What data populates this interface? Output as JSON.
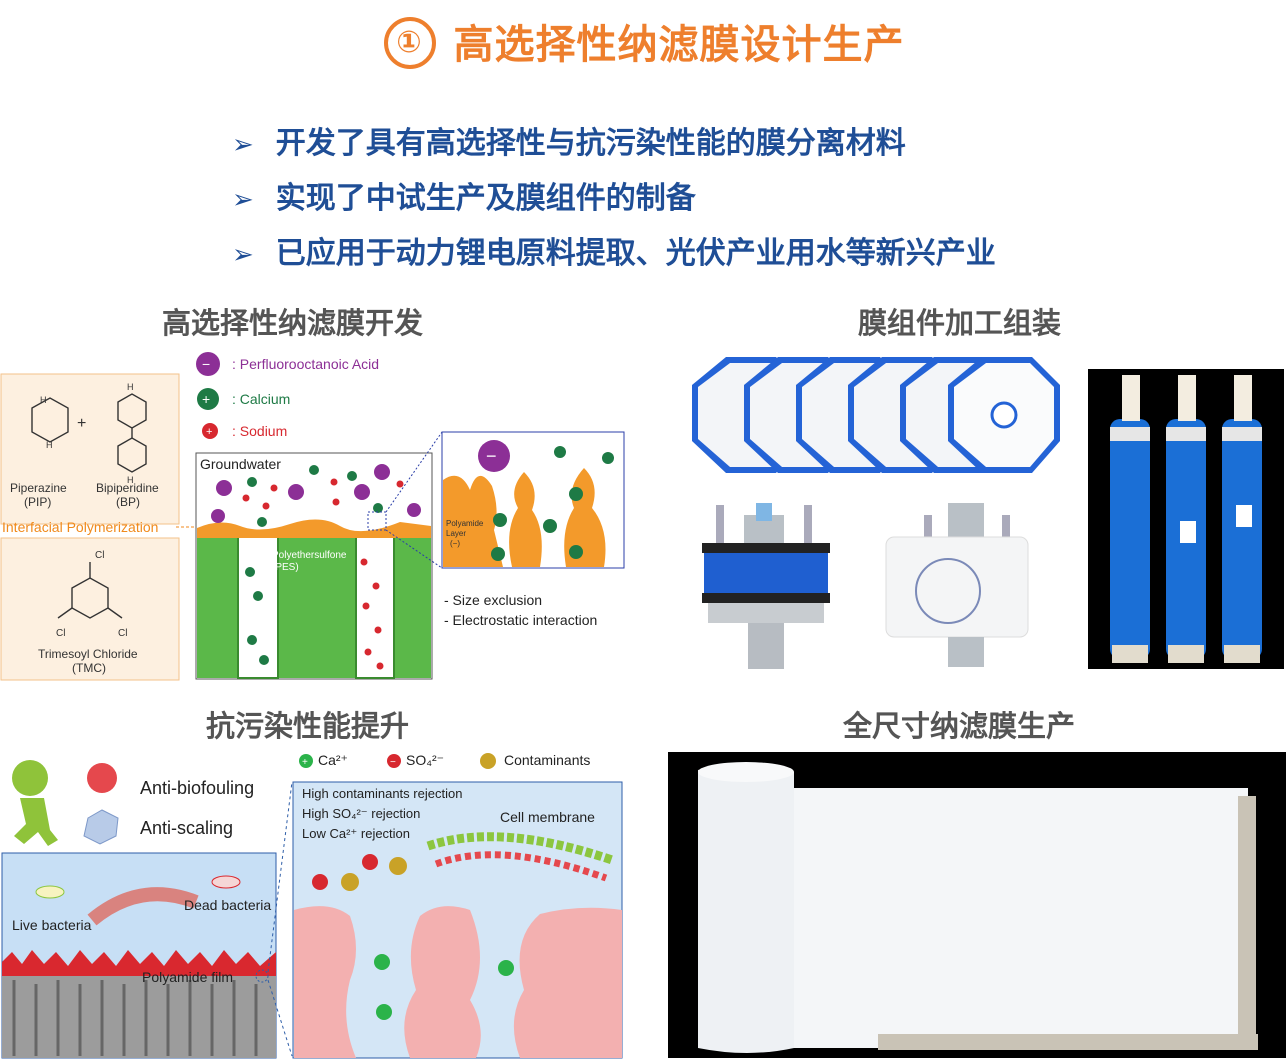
{
  "title": {
    "number": "①",
    "text": "高选择性纳滤膜设计生产"
  },
  "bullets": [
    "开发了具有高选择性与抗污染性能的膜分离材料",
    "实现了中试生产及膜组件的制备",
    "已应用于动力锂电原料提取、光伏产业用水等新兴产业"
  ],
  "sections": {
    "membrane_dev": "高选择性纳滤膜开发",
    "module_assembly": "膜组件加工组装",
    "antifouling": "抗污染性能提升",
    "full_size": "全尺寸纳滤膜生产"
  },
  "legend1": {
    "pfoa": ": Perfluorooctanoic Acid",
    "calcium": ": Calcium",
    "sodium": ": Sodium"
  },
  "chem": {
    "pip": "Piperazine",
    "pip_abbr": "(PIP)",
    "bp": "Bipiperidine",
    "bp_abbr": "(BP)",
    "plus": "+",
    "ip": "Interfacial Polymerization",
    "tmc": "Trimesoyl Chloride",
    "tmc_abbr": "(TMC)",
    "cl": "Cl"
  },
  "diagram1": {
    "groundwater": "Groundwater",
    "pes": "Polyethersulfone",
    "pes_abbr": "(PES)",
    "pa_layer": "Polyamide",
    "pa_layer2": "Layer",
    "pa_layer3": "(−)",
    "mech1": "- Size exclusion",
    "mech2": "- Electrostatic interaction"
  },
  "diagram2": {
    "anti_bio": "Anti-biofouling",
    "anti_scale": "Anti-scaling",
    "live": "Live bacteria",
    "dead": "Dead bacteria",
    "pa_film": "Polyamide film",
    "legend_ca": "Ca²⁺",
    "legend_so4": "SO₄²⁻",
    "legend_cont": "Contaminants",
    "rej1": "High contaminants rejection",
    "rej2": "High SO₄²⁻ rejection",
    "rej3": "Low Ca²⁺ rejection",
    "cell": "Cell membrane"
  },
  "colors": {
    "title": "#ee7f2d",
    "bullet": "#1f4e96",
    "section": "#555555",
    "pes_green": "#5bb849",
    "pa_orange": "#f39a2b",
    "blue_module": "#1f5fd0"
  }
}
